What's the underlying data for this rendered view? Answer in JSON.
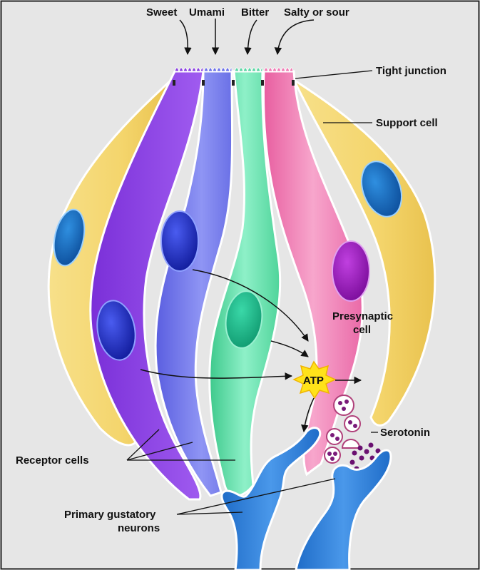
{
  "labels": {
    "sweet": "Sweet",
    "umami": "Umami",
    "bitter": "Bitter",
    "salty_or_sour": "Salty or sour",
    "tight_junction": "Tight junction",
    "support_cell": "Support cell",
    "presynaptic_line1": "Presynaptic",
    "presynaptic_line2": "cell",
    "atp": "ATP",
    "serotonin": "Serotonin",
    "receptor_cells": "Receptor cells",
    "neurons_line1": "Primary gustatory",
    "neurons_line2": "neurons"
  },
  "colors": {
    "background": "#e6e6e6",
    "support_cell": "#f2d36a",
    "sweet_cell": "#8a3fe0",
    "umami_cell": "#6a6fe8",
    "bitter_cell": "#58d6a2",
    "presynaptic_cell": "#f07ab4",
    "neuron": "#2f80d8",
    "atp_burst": "#ffe21a"
  }
}
